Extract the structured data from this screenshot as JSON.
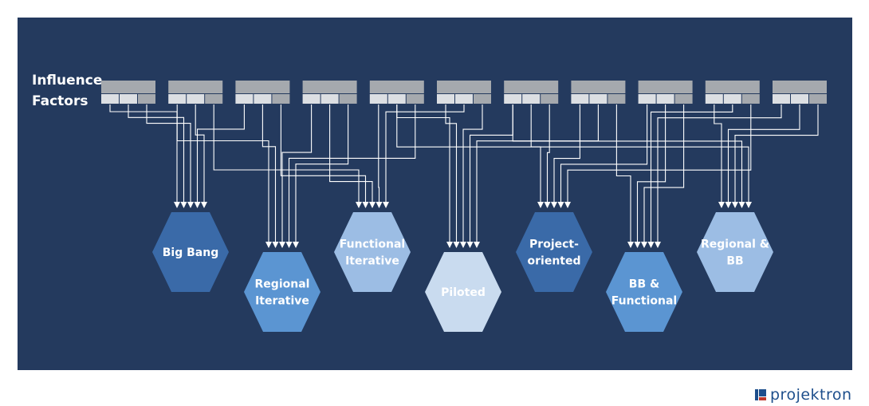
{
  "diagram": {
    "title_lines": [
      "Influence",
      "Factors"
    ],
    "factor_count": 11,
    "methods": [
      {
        "id": "big-bang",
        "lines": [
          "Big Bang"
        ],
        "color": "#3a6aa8"
      },
      {
        "id": "regional-iterative",
        "lines": [
          "Regional",
          "Iterative"
        ],
        "color": "#5b95d2"
      },
      {
        "id": "functional-iterative",
        "lines": [
          "Functional",
          "Iterative"
        ],
        "color": "#9cbde4"
      },
      {
        "id": "piloted",
        "lines": [
          "Piloted"
        ],
        "color": "#c9dbef"
      },
      {
        "id": "project-oriented",
        "lines": [
          "Project-",
          "oriented"
        ],
        "color": "#3a6aa8"
      },
      {
        "id": "bb-functional",
        "lines": [
          "BB &",
          "Functional"
        ],
        "color": "#5b95d2"
      },
      {
        "id": "regional-bb",
        "lines": [
          "Regional &",
          "BB"
        ],
        "color": "#9cbde4"
      }
    ],
    "colors": {
      "background": "#243a5e",
      "factor_box": "#a5a9ae",
      "factor_cell_light": "#dcdfe3",
      "connector": "#ffffff"
    }
  },
  "logo": {
    "text": "projektron"
  }
}
